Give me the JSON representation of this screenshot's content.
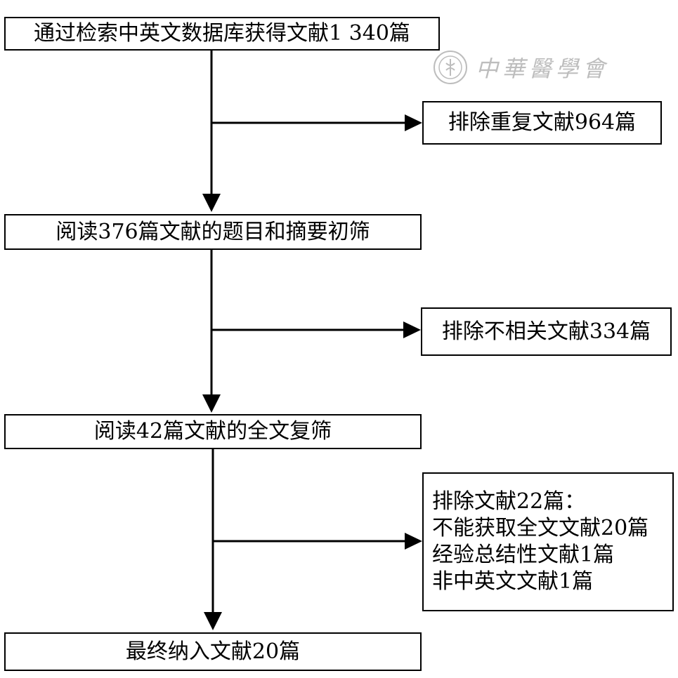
{
  "watermark": {
    "text": "中華醫學會"
  },
  "flow": {
    "step1": "通过检索中英文数据库获得文献1 340篇",
    "exclude1": "排除重复文献964篇",
    "step2": "阅读376篇文献的题目和摘要初筛",
    "exclude2": "排除不相关文献334篇",
    "step3": "阅读42篇文献的全文复筛",
    "exclude3": {
      "title": "排除文献22篇：",
      "reasons": [
        "不能获取全文文献20篇",
        "经验总结性文献1篇",
        "非中英文文献1篇"
      ]
    },
    "final": "最终纳入文献20篇"
  }
}
